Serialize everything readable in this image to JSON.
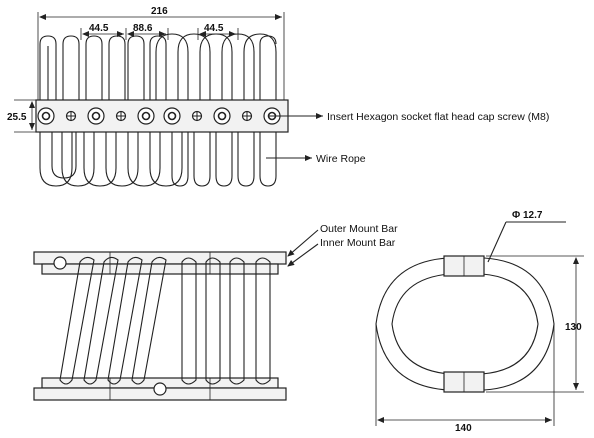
{
  "top_view": {
    "dims": {
      "overall_width": "216",
      "pitch_left": "44.5",
      "pitch_middle": "88.6",
      "pitch_right": "44.5",
      "bar_height": "25.5"
    },
    "labels": {
      "screw": "Insert Hexagon socket flat head cap screw (M8)",
      "wire_rope": "Wire Rope"
    }
  },
  "front_view": {
    "labels": {
      "outer_bar": "Outer Mount Bar",
      "inner_bar": "Inner Mount Bar"
    }
  },
  "side_view": {
    "dims": {
      "wire_diameter": "Φ 12.7",
      "height": "130",
      "width": "140"
    }
  }
}
